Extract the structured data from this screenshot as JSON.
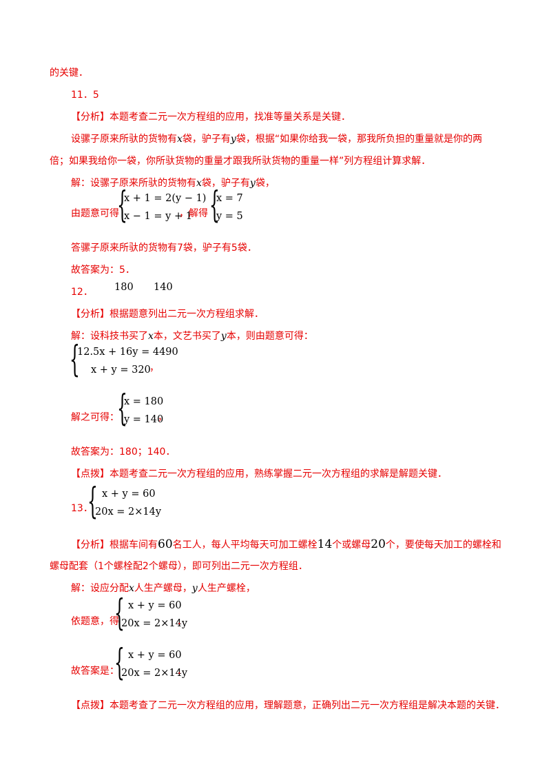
{
  "lines": {
    "l01": "的关键．",
    "l02": "11．5",
    "l03": "【分析】本题考查二元一次方程组的应用，找准等量关系是关键．",
    "l04a": "设骡子原来所驮的货物有",
    "l04x": "x",
    "l04b": "袋，驴子有",
    "l04y": "y",
    "l04c": "袋，根据“如果你给我一袋，那我所负担的重量就是你的两",
    "l05": "倍；如果我给你一袋，你所驮货物的重量才跟我所驮货物的重量一样”列方程组计算求解．",
    "l06a": "解：设骡子原来所驮的货物有",
    "l06x": "x",
    "l06b": "袋，驴子有",
    "l06y": "y",
    "l06c": "袋，",
    "l07a": "由题意可得",
    "l07b": "，解得",
    "l08": "答骡子原来所驮的货物有7袋，驴子有5袋．",
    "l09": "故答案为：5．",
    "l10": "12．",
    "l10v1": "180",
    "l10v2": "140",
    "l11": "【分析】根据题意列出二元一次方程组求解．",
    "l12a": "解：设科技书买了",
    "l12x": "x",
    "l12b": "本，文艺书买了",
    "l12y": "y",
    "l12c": "本，则由题意可得：",
    "l13c": "，",
    "l14a": "解之可得：",
    "l14c": "，",
    "l15": "故答案为：180；140．",
    "l16": "【点拨】本题考查二元一次方程组的应用，熟练掌握二元一次方程组的求解是解题关键．",
    "l17": "13．",
    "l18a": "【分析】根据车间有",
    "l18n1": "60",
    "l18b": "名工人，每人平均每天可加工螺栓",
    "l18n2": "14",
    "l18c": "个或螺母",
    "l18n3": "20",
    "l18d": "个，要使每天加工的螺栓和",
    "l19": "螺母配套（1个螺栓配2个螺母），即可列出二元一次方程组．",
    "l20a": "解：设应分配",
    "l20x": "x",
    "l20b": "人生产螺母，",
    "l20y": "y",
    "l20c": "人生产螺栓，",
    "l21a": "依题意，得",
    "l21c": "．",
    "l22a": "故答案是：",
    "l22c": "．",
    "l23": "【点拨】本题考查了二元一次方程组的应用，理解题意，正确列出二元一次方程组是解决本题的关键．"
  },
  "systems": {
    "s1": [
      "x + 1 = 2(y − 1)",
      "x − 1 = y + 1"
    ],
    "s2": [
      "x = 7",
      "y = 5"
    ],
    "s3": [
      "12.5x + 16y = 4490",
      "x + y = 320"
    ],
    "s4": [
      "x = 180",
      "y = 140"
    ],
    "s5": [
      "x + y = 60",
      "20x = 2×14y"
    ],
    "s6": [
      "x + y = 60",
      "20x = 2×14y"
    ],
    "s7": [
      "x + y = 60",
      "20x = 2×14y"
    ]
  }
}
